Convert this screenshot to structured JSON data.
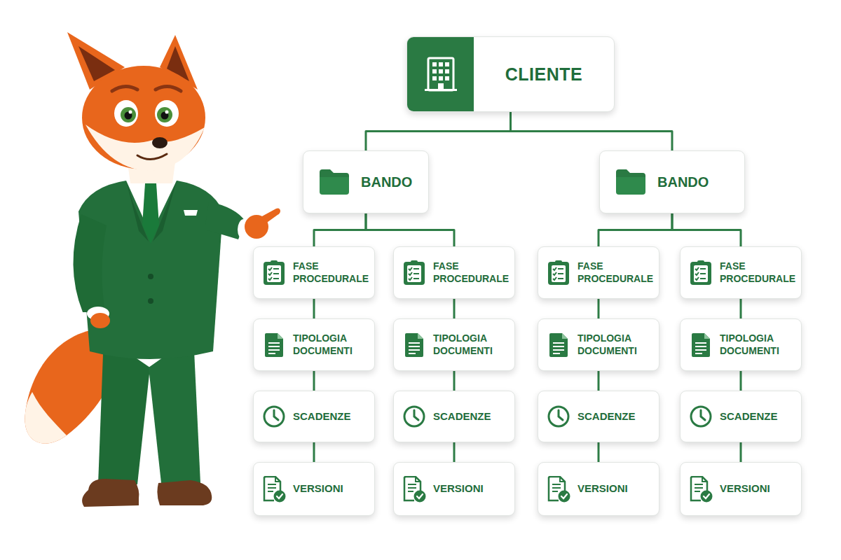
{
  "diagram": {
    "nodes": [
      {
        "text": [
          "CLIENTE"
        ]
      },
      {
        "text": [
          "BANDO"
        ]
      },
      {
        "text": [
          "BANDO"
        ]
      },
      {
        "text": [
          "FASE PROCEDURALE"
        ]
      },
      {
        "text": [
          "FASE PROCEDURALE"
        ]
      },
      {
        "text": [
          "FASE PROCEDURALE"
        ]
      },
      {
        "text": [
          "FASE PROCEDURALE"
        ]
      },
      {
        "text": [
          "TIPOLOGIA DOCUMENTI"
        ]
      },
      {
        "text": [
          "TIPOLOGIA DOCUMENTI"
        ]
      },
      {
        "text": [
          "TIPOLOGIA DOCUMENTI"
        ]
      },
      {
        "text": [
          "TIPOLOGIA DOCUMENTI"
        ]
      },
      {
        "text": [
          "SCADENZE"
        ]
      },
      {
        "text": [
          "SCADENZE"
        ]
      },
      {
        "text": [
          "SCADENZE"
        ]
      },
      {
        "text": [
          "SCADENZE"
        ]
      },
      {
        "text": [
          "VERSIONI"
        ]
      },
      {
        "text": [
          "VERSIONI"
        ]
      },
      {
        "text": [
          "VERSIONI"
        ]
      },
      {
        "text": [
          "VERSIONI"
        ]
      }
    ],
    "edges": [
      {
        "from": 0,
        "to": 1,
        "arrow": "none"
      },
      {
        "from": 0,
        "to": 2,
        "arrow": "none"
      },
      {
        "from": 1,
        "to": 3,
        "arrow": "none"
      },
      {
        "from": 1,
        "to": 4,
        "arrow": "none"
      },
      {
        "from": 2,
        "to": 5,
        "arrow": "none"
      },
      {
        "from": 2,
        "to": 6,
        "arrow": "none"
      },
      {
        "from": 3,
        "to": 7,
        "arrow": "none"
      },
      {
        "from": 4,
        "to": 8,
        "arrow": "none"
      },
      {
        "from": 5,
        "to": 9,
        "arrow": "none"
      },
      {
        "from": 6,
        "to": 10,
        "arrow": "none"
      },
      {
        "from": 7,
        "to": 11,
        "arrow": "none"
      },
      {
        "from": 8,
        "to": 12,
        "arrow": "none"
      },
      {
        "from": 9,
        "to": 13,
        "arrow": "none"
      },
      {
        "from": 10,
        "to": 14,
        "arrow": "none"
      },
      {
        "from": 11,
        "to": 15,
        "arrow": "none"
      },
      {
        "from": 12,
        "to": 16,
        "arrow": "none"
      },
      {
        "from": 13,
        "to": 17,
        "arrow": "none"
      },
      {
        "from": 14,
        "to": 18,
        "arrow": "none"
      }
    ]
  }
}
